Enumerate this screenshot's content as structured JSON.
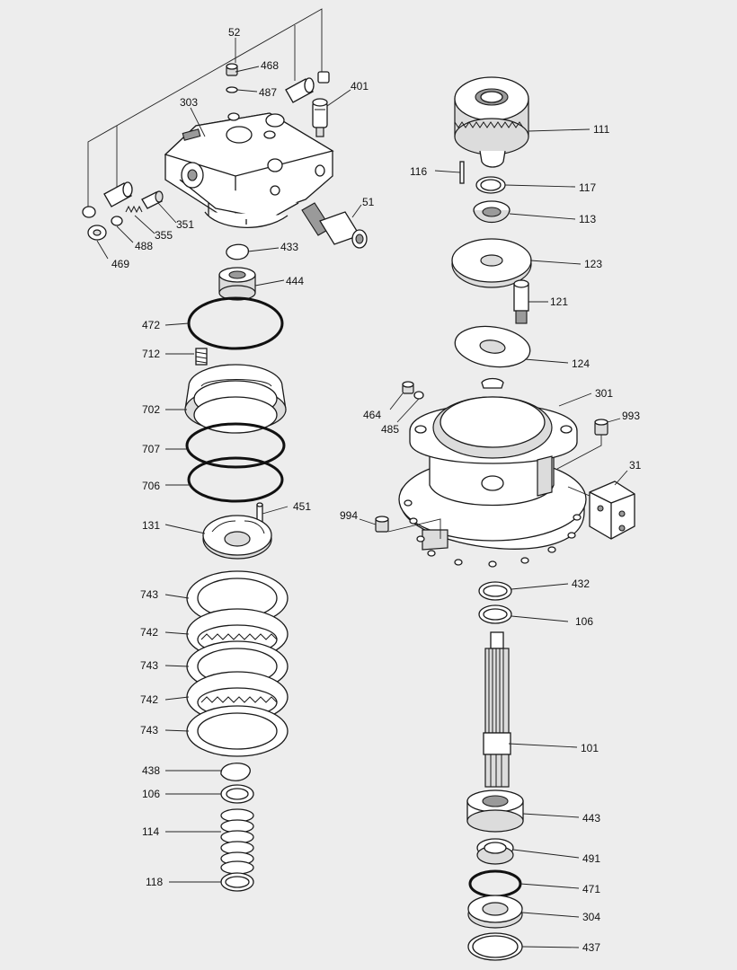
{
  "diagram": {
    "labels": {
      "l52": "52",
      "l468": "468",
      "l487": "487",
      "l401": "401",
      "l303": "303",
      "l51": "51",
      "l351": "351",
      "l355": "355",
      "l488": "488",
      "l469": "469",
      "l433": "433",
      "l444": "444",
      "l472": "472",
      "l712": "712",
      "l702": "702",
      "l707": "707",
      "l706": "706",
      "l451": "451",
      "l131": "131",
      "l743a": "743",
      "l742a": "742",
      "l743b": "743",
      "l742b": "742",
      "l743c": "743",
      "l438": "438",
      "l106a": "106",
      "l114": "114",
      "l118": "118",
      "l111": "111",
      "l116": "116",
      "l117": "117",
      "l113": "113",
      "l123": "123",
      "l121": "121",
      "l124": "124",
      "l301": "301",
      "l464": "464",
      "l485": "485",
      "l993": "993",
      "l31": "31",
      "l994": "994",
      "l432": "432",
      "l106b": "106",
      "l101": "101",
      "l443": "443",
      "l491": "491",
      "l471": "471",
      "l304": "304",
      "l437": "437"
    }
  }
}
